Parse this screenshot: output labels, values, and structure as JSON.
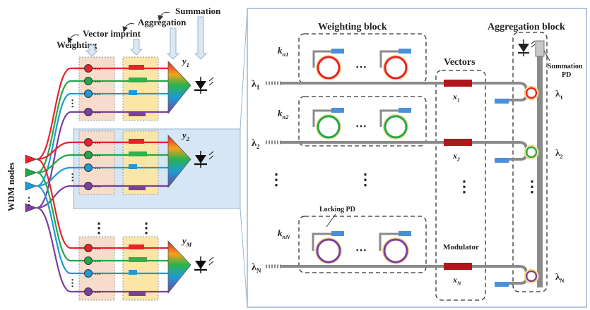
{
  "left": {
    "stage_labels": {
      "summation": "Summation",
      "aggregation": "Aggregation",
      "vector_imprint": "Vector imprint",
      "weighting": "Weighting"
    },
    "outputs": {
      "y1": "y",
      "y1_sub": "1",
      "y2": "y",
      "y2_sub": "2",
      "yM": "y",
      "yM_sub": "M"
    },
    "side_label": "WDM nodes",
    "ellipsis_dots": "⋯",
    "vdots": "⋮"
  },
  "right": {
    "weighting_block": "Weighting block",
    "aggregation_block": "Aggregation block",
    "vectors": "Vectors",
    "summation_pd": "Summation PD",
    "summation_pd_line1": "Summation",
    "summation_pd_line2": "PD",
    "locking_pd": "Locking PD",
    "modulator": "Modulator",
    "weights": [
      {
        "k": "k",
        "sub": "n1"
      },
      {
        "k": "k",
        "sub": "n2"
      },
      {
        "k": "k",
        "sub": "nN"
      }
    ],
    "vector_labels": [
      {
        "x": "x",
        "sub": "1"
      },
      {
        "x": "x",
        "sub": "2"
      },
      {
        "x": "x",
        "sub": "N"
      }
    ],
    "wavelengths": [
      {
        "lambda": "λ",
        "sub": "1",
        "color": "#e8212b"
      },
      {
        "lambda": "λ",
        "sub": "2",
        "color": "#22a84a"
      },
      {
        "lambda": "λ",
        "sub": "N",
        "color": "#7a3fa0"
      }
    ],
    "ellipsis": "⋯",
    "vdots": "⋮"
  },
  "colors": {
    "red": "#e8212b",
    "green": "#22a84a",
    "blue": "#1e9ad6",
    "purple": "#7a3fa0",
    "panel_fill": "#d6e6f4",
    "modulator": "#b0161c",
    "pd_blue": "#4a90d9",
    "ring_glow": "#f6dc8a",
    "waveguide": "#8a8a8a"
  }
}
